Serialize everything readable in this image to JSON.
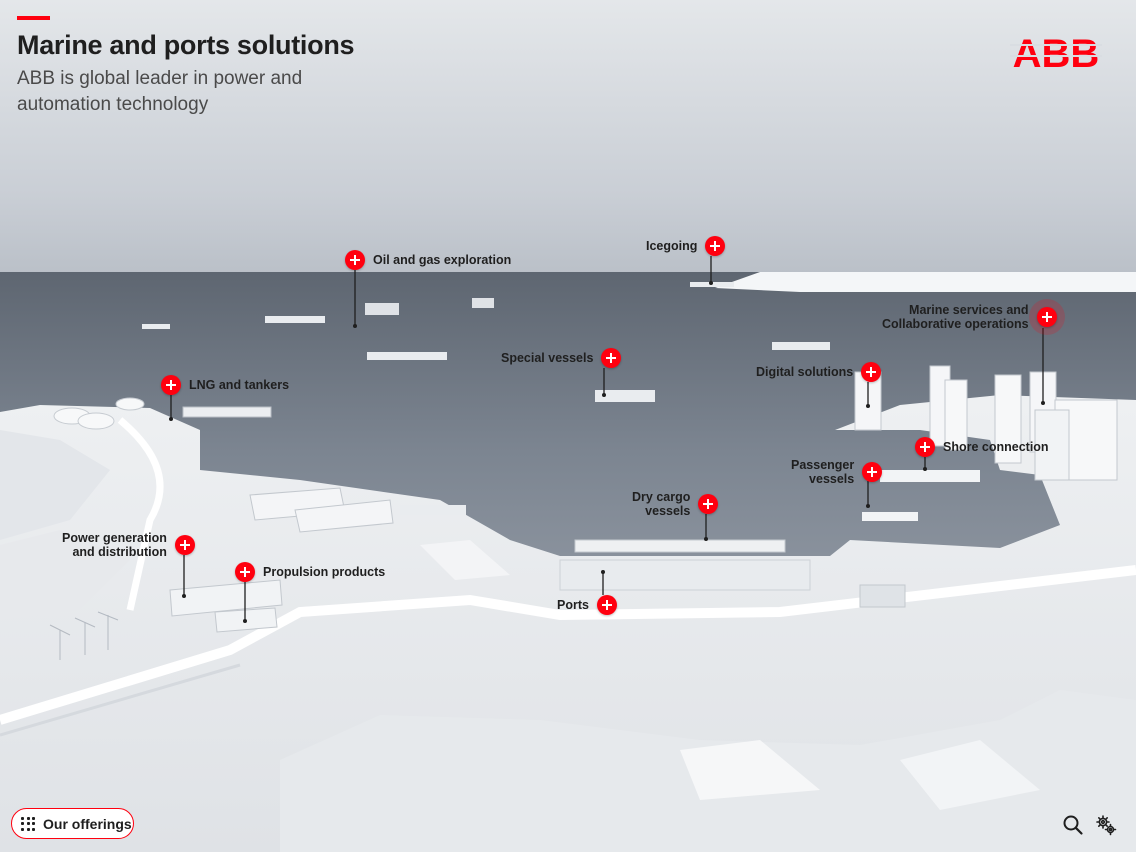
{
  "header": {
    "title": "Marine and ports solutions",
    "subtitle": "ABB is global leader in power and automation technology",
    "logo_text": "ABB"
  },
  "colors": {
    "accent": "#ff000f",
    "text": "#1f1f1f",
    "water": "#7f8894",
    "land": "#eceef0",
    "sky": "#cfd4da"
  },
  "hotspots": [
    {
      "id": "oil-gas",
      "label": "Oil and gas exploration"
    },
    {
      "id": "icegoing",
      "label": "Icegoing"
    },
    {
      "id": "lng",
      "label": "LNG and tankers"
    },
    {
      "id": "special-vessels",
      "label": "Special vessels"
    },
    {
      "id": "marine-services",
      "label_line1": "Marine services and",
      "label_line2": "Collaborative operations"
    },
    {
      "id": "digital",
      "label": "Digital solutions"
    },
    {
      "id": "shore",
      "label": "Shore connection"
    },
    {
      "id": "passenger",
      "label_line1": "Passenger",
      "label_line2": "vessels"
    },
    {
      "id": "dry-cargo",
      "label_line1": "Dry cargo",
      "label_line2": "vessels"
    },
    {
      "id": "power",
      "label_line1": "Power generation",
      "label_line2": "and distribution"
    },
    {
      "id": "propulsion",
      "label": "Propulsion products"
    },
    {
      "id": "ports",
      "label": "Ports"
    }
  ],
  "footer": {
    "offerings_label": "Our offerings",
    "icons": [
      "grid-icon",
      "search-icon",
      "settings-gears-icon"
    ]
  }
}
